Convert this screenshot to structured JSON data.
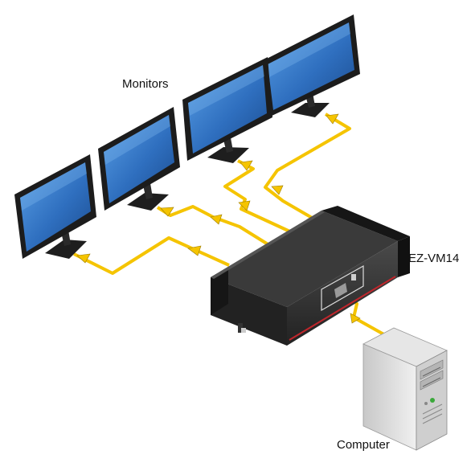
{
  "labels": {
    "monitors": "Monitors",
    "device": "EZ-VM14",
    "computer": "Computer"
  },
  "colors": {
    "cable": "#f5c400",
    "screen": "#2f6fbf",
    "bezel": "#1c1c1c",
    "device_body": "#2c2c2c",
    "tower": "#d9d9d9"
  },
  "icons": [
    "monitor-icon",
    "splitter-device-icon",
    "computer-tower-icon",
    "arrow-icon"
  ]
}
